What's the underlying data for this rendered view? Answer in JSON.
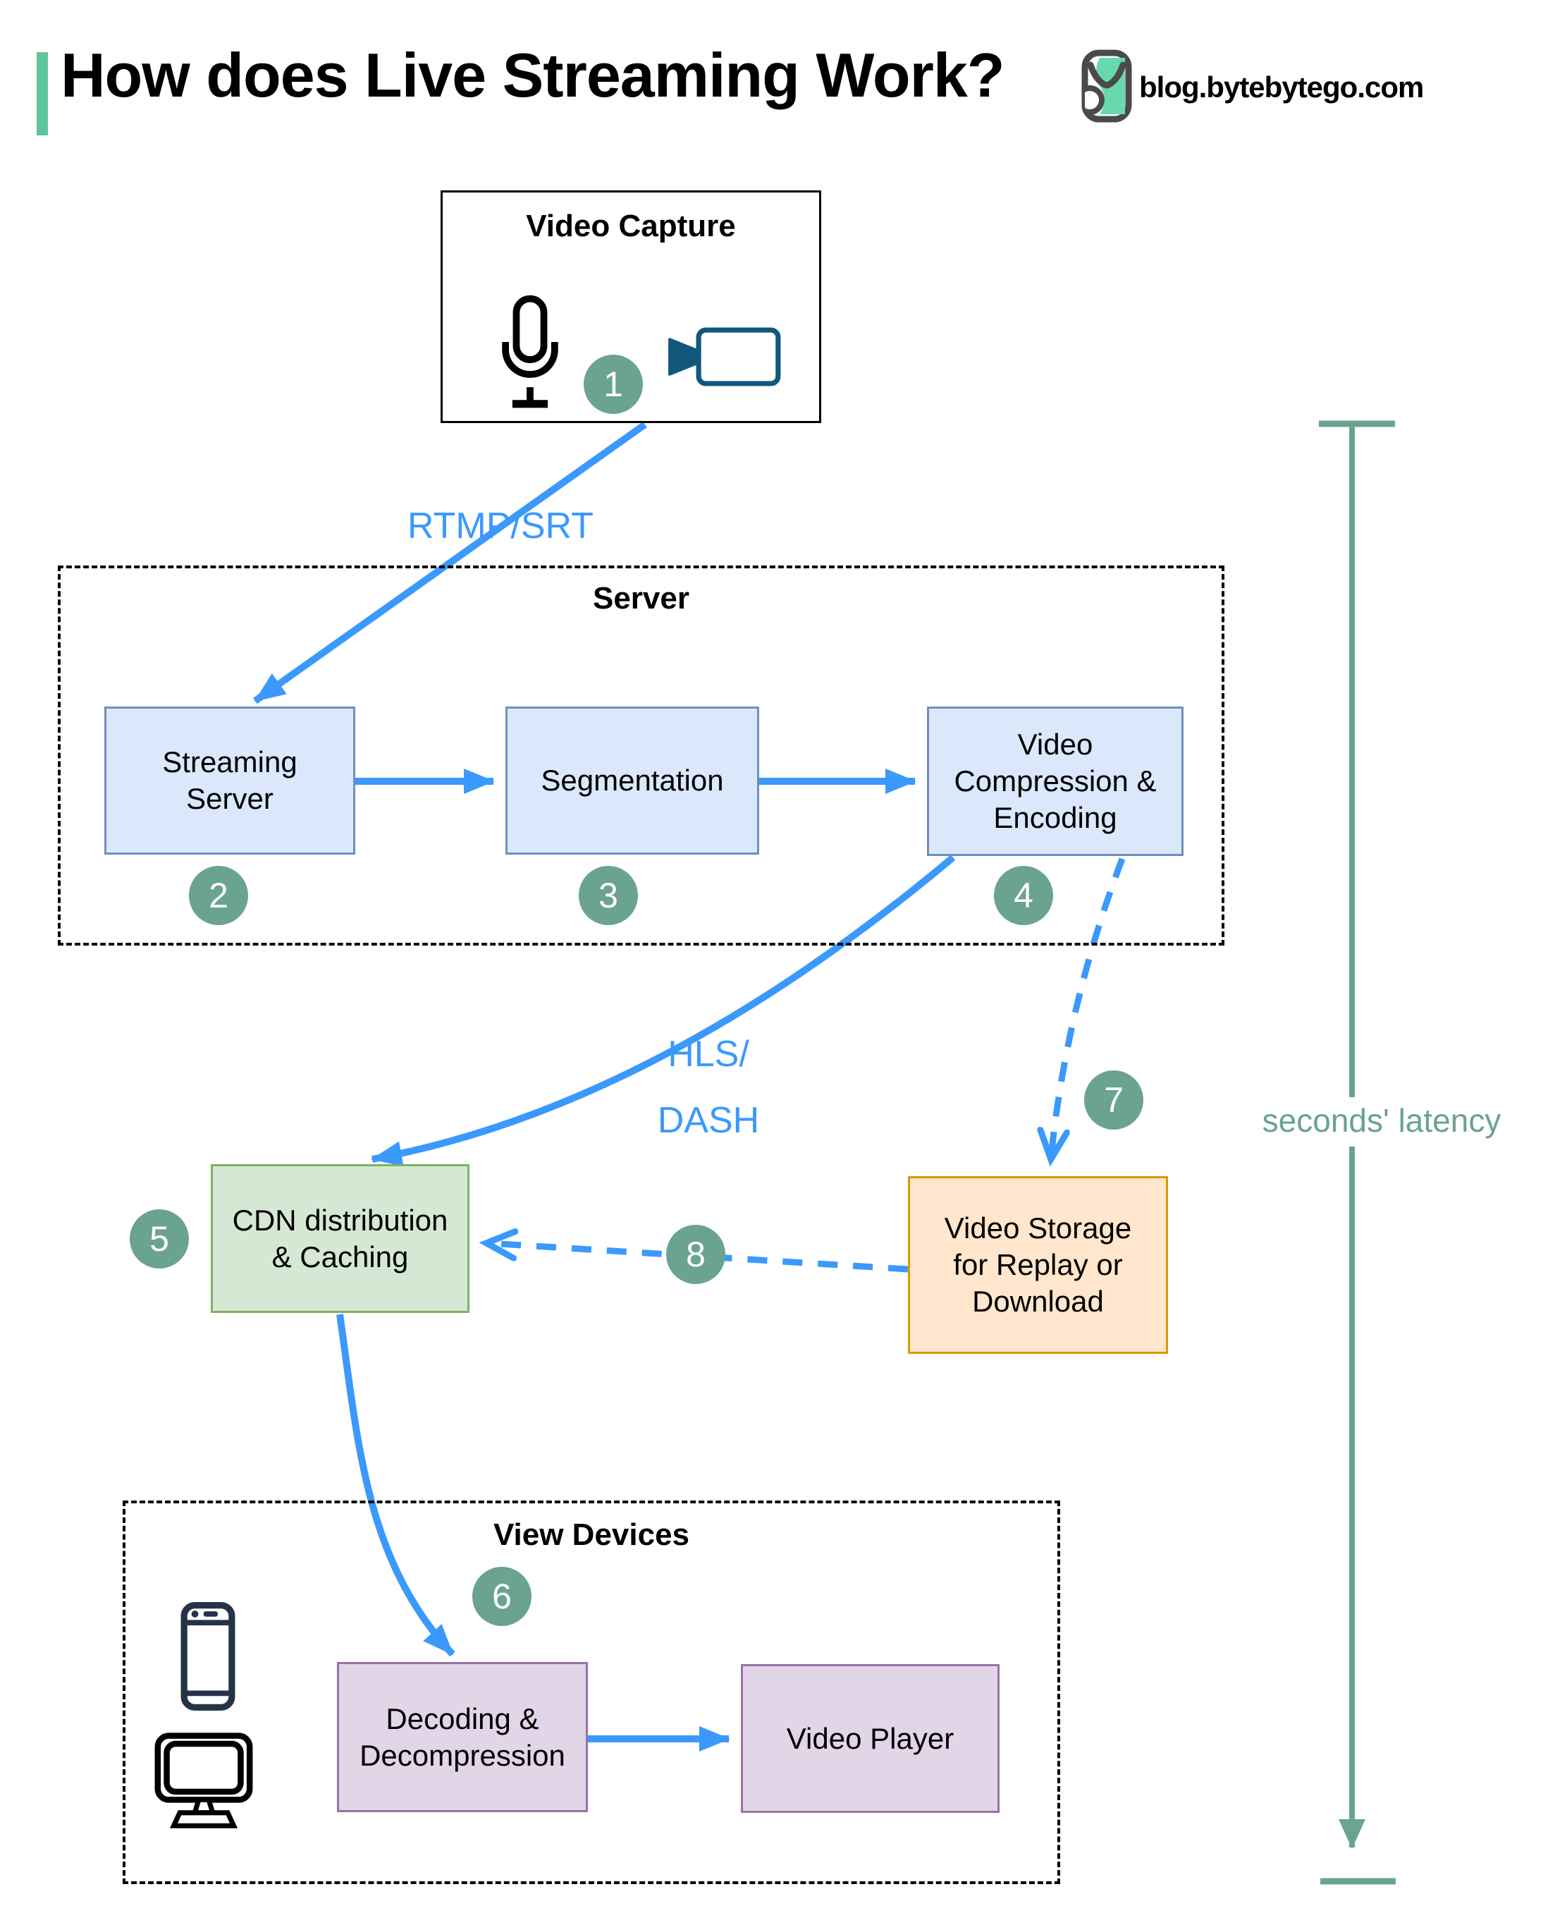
{
  "header": {
    "title": "How does Live Streaming Work?",
    "site": "blog.bytebytego.com"
  },
  "labels": {
    "video_capture": "Video Capture",
    "protocol": "RTMP/SRT",
    "server_group": "Server",
    "streaming_lines": [
      "Streaming",
      "Server"
    ],
    "segmentation": "Segmentation",
    "compression_lines": [
      "Video",
      "Compression &",
      "Encoding"
    ],
    "hls_lines": [
      "HLS/",
      "DASH"
    ],
    "cdn_lines": [
      "CDN distribution",
      "& Caching"
    ],
    "storage_lines": [
      "Video Storage",
      "for Replay or",
      "Download"
    ],
    "latency": "seconds' latency",
    "view_devices_group": "View Devices",
    "decoding_lines": [
      "Decoding &",
      "Decompression"
    ],
    "video_player": "Video Player"
  },
  "steps": {
    "s1": "1",
    "s2": "2",
    "s3": "3",
    "s4": "4",
    "s5": "5",
    "s6": "6",
    "s7": "7",
    "s8": "8"
  },
  "icons": {
    "logo": "bytebytego-logo",
    "microphone": "microphone-icon",
    "camera": "video-camera-icon",
    "smartphone": "smartphone-icon",
    "monitor": "monitor-icon"
  },
  "colors": {
    "arrow_blue": "#3b99fc",
    "step_teal": "#6aa392",
    "accent_mint": "#5fc39c",
    "node_blue_fill": "#dbe8fc",
    "node_blue_border": "#6f8ebf",
    "node_green_fill": "#d5e8d4",
    "node_green_border": "#7fb267",
    "node_orange_fill": "#ffe6cc",
    "node_orange_border": "#d79b00",
    "node_purple_fill": "#e2d5e7",
    "node_purple_border": "#9673a6",
    "camera_teal": "#11587c",
    "phone_navy": "#243447"
  }
}
